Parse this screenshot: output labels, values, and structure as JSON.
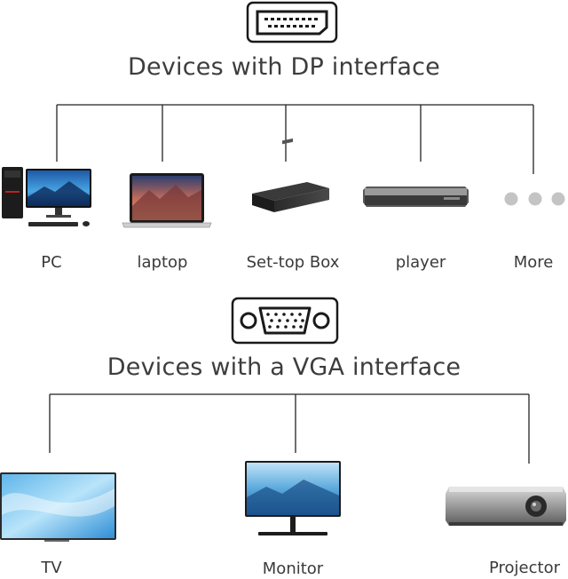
{
  "dp_section": {
    "title": "Devices with DP interface",
    "connector_icon": "displayport-icon",
    "devices": [
      {
        "label": "PC",
        "icon": "pc-icon"
      },
      {
        "label": "laptop",
        "icon": "laptop-icon"
      },
      {
        "label": "Set-top Box",
        "icon": "set-top-box-icon"
      },
      {
        "label": "player",
        "icon": "player-icon"
      },
      {
        "label": "More",
        "icon": "more-dots-icon"
      }
    ]
  },
  "vga_section": {
    "title": "Devices with a VGA interface",
    "connector_icon": "vga-icon",
    "devices": [
      {
        "label": "TV",
        "icon": "tv-icon"
      },
      {
        "label": "Monitor",
        "icon": "monitor-icon"
      },
      {
        "label": "Projector",
        "icon": "projector-icon"
      }
    ]
  },
  "colors": {
    "line": "#222222",
    "text": "#3a3a3a",
    "screen_blue": "#3a86c8",
    "screen_light": "#8cc8ee",
    "dots": "#c4c4c4"
  }
}
